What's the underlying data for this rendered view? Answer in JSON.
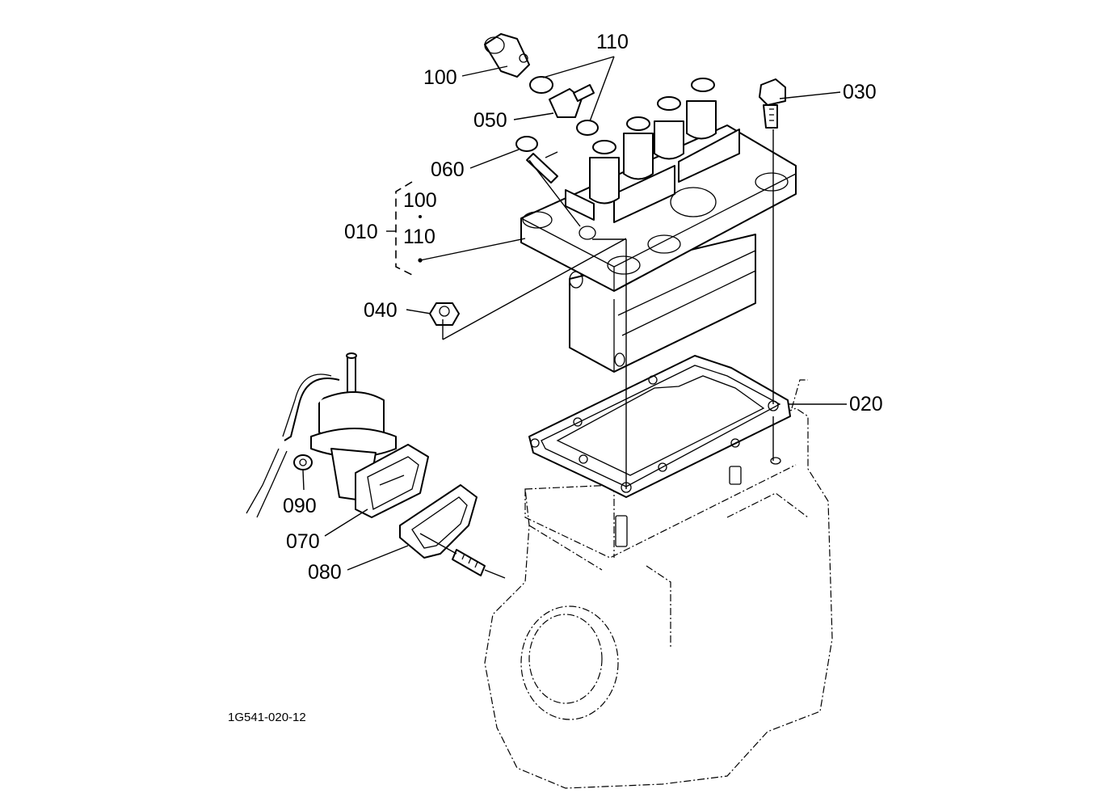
{
  "diagram": {
    "code": "1G541-020-12",
    "callouts": [
      {
        "id": "c100a",
        "text": "100"
      },
      {
        "id": "c110a",
        "text": "110"
      },
      {
        "id": "c050",
        "text": "050"
      },
      {
        "id": "c060",
        "text": "060"
      },
      {
        "id": "c030",
        "text": "030"
      },
      {
        "id": "c010",
        "text": "010"
      },
      {
        "id": "c100b",
        "text": "100"
      },
      {
        "id": "c110b",
        "text": "110"
      },
      {
        "id": "c040",
        "text": "040"
      },
      {
        "id": "c020",
        "text": "020"
      },
      {
        "id": "c090",
        "text": "090"
      },
      {
        "id": "c070",
        "text": "070"
      },
      {
        "id": "c080",
        "text": "080"
      }
    ]
  }
}
